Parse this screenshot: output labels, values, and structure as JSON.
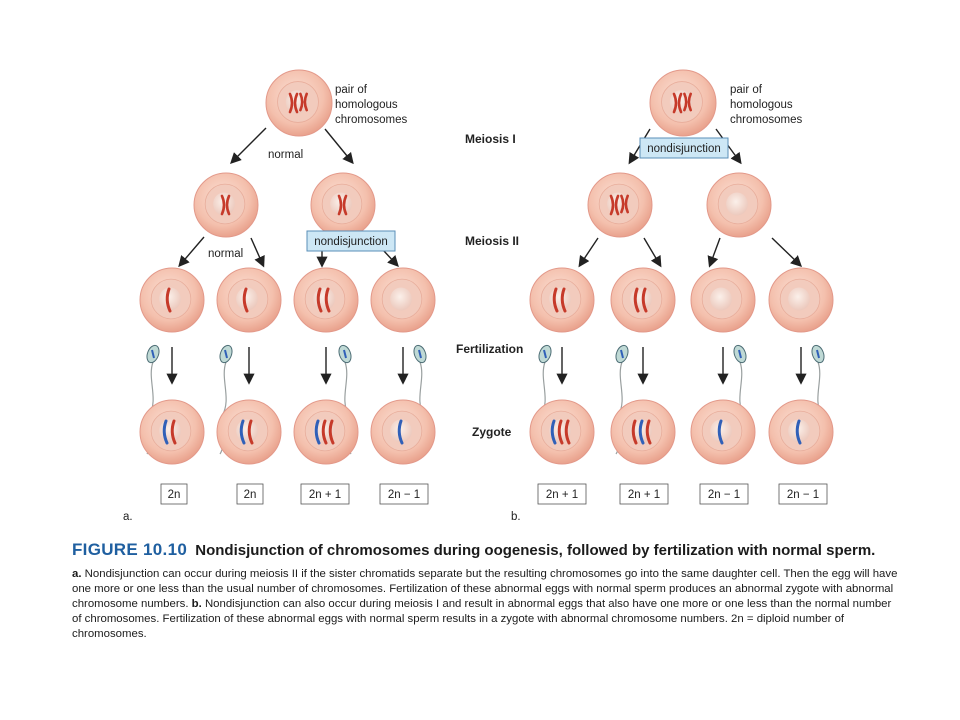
{
  "colors": {
    "cell_outer": "#f3b8a6",
    "cell_inner": "#f0c4b4",
    "nucleus": "#f6e3dc",
    "maternal_chromosome": "#c63a2a",
    "paternal_chromosome": "#3060b8",
    "label_box_fill": "#cde7f5",
    "label_box_stroke": "#5a8fb8",
    "figure_number": "#1f5fa0",
    "arrow": "#222222"
  },
  "panel_a": {
    "panel_letter": "a.",
    "pair_label_line1": "pair of",
    "pair_label_line2": "homologous",
    "pair_label_line3": "chromosomes",
    "normal_label_1": "normal",
    "normal_label_2": "normal",
    "nondisjunction_label": "nondisjunction",
    "zygote_labels": [
      "2n",
      "2n",
      "2n + 1",
      "2n − 1"
    ]
  },
  "panel_b": {
    "panel_letter": "b.",
    "pair_label_line1": "pair of",
    "pair_label_line2": "homologous",
    "pair_label_line3": "chromosomes",
    "nondisjunction_label": "nondisjunction",
    "zygote_labels": [
      "2n + 1",
      "2n + 1",
      "2n − 1",
      "2n − 1"
    ]
  },
  "stage_labels": {
    "meiosis_1": "Meiosis I",
    "meiosis_2": "Meiosis II",
    "fertilization": "Fertilization",
    "zygote": "Zygote"
  },
  "caption": {
    "figure_number": "FIGURE 10.10",
    "title": "Nondisjunction of chromosomes during oogenesis, followed by fertilization with normal sperm.",
    "a_letter": "a.",
    "a_text": "Nondisjunction can occur during meiosis II if the sister chromatids separate but the resulting chromosomes go into the same daughter cell. Then the egg will have one more or one less than the usual number of chromosomes. Fertilization of these abnormal eggs with normal sperm produces an abnormal zygote with abnormal chromosome numbers.",
    "b_letter": "b.",
    "b_text": "Nondisjunction can also occur during meiosis I and result in abnormal eggs that also have one more or one less than the normal number of chromosomes. Fertilization of these abnormal eggs with normal sperm results in a zygote with abnormal chromosome numbers. 2n = diploid number of chromosomes."
  }
}
